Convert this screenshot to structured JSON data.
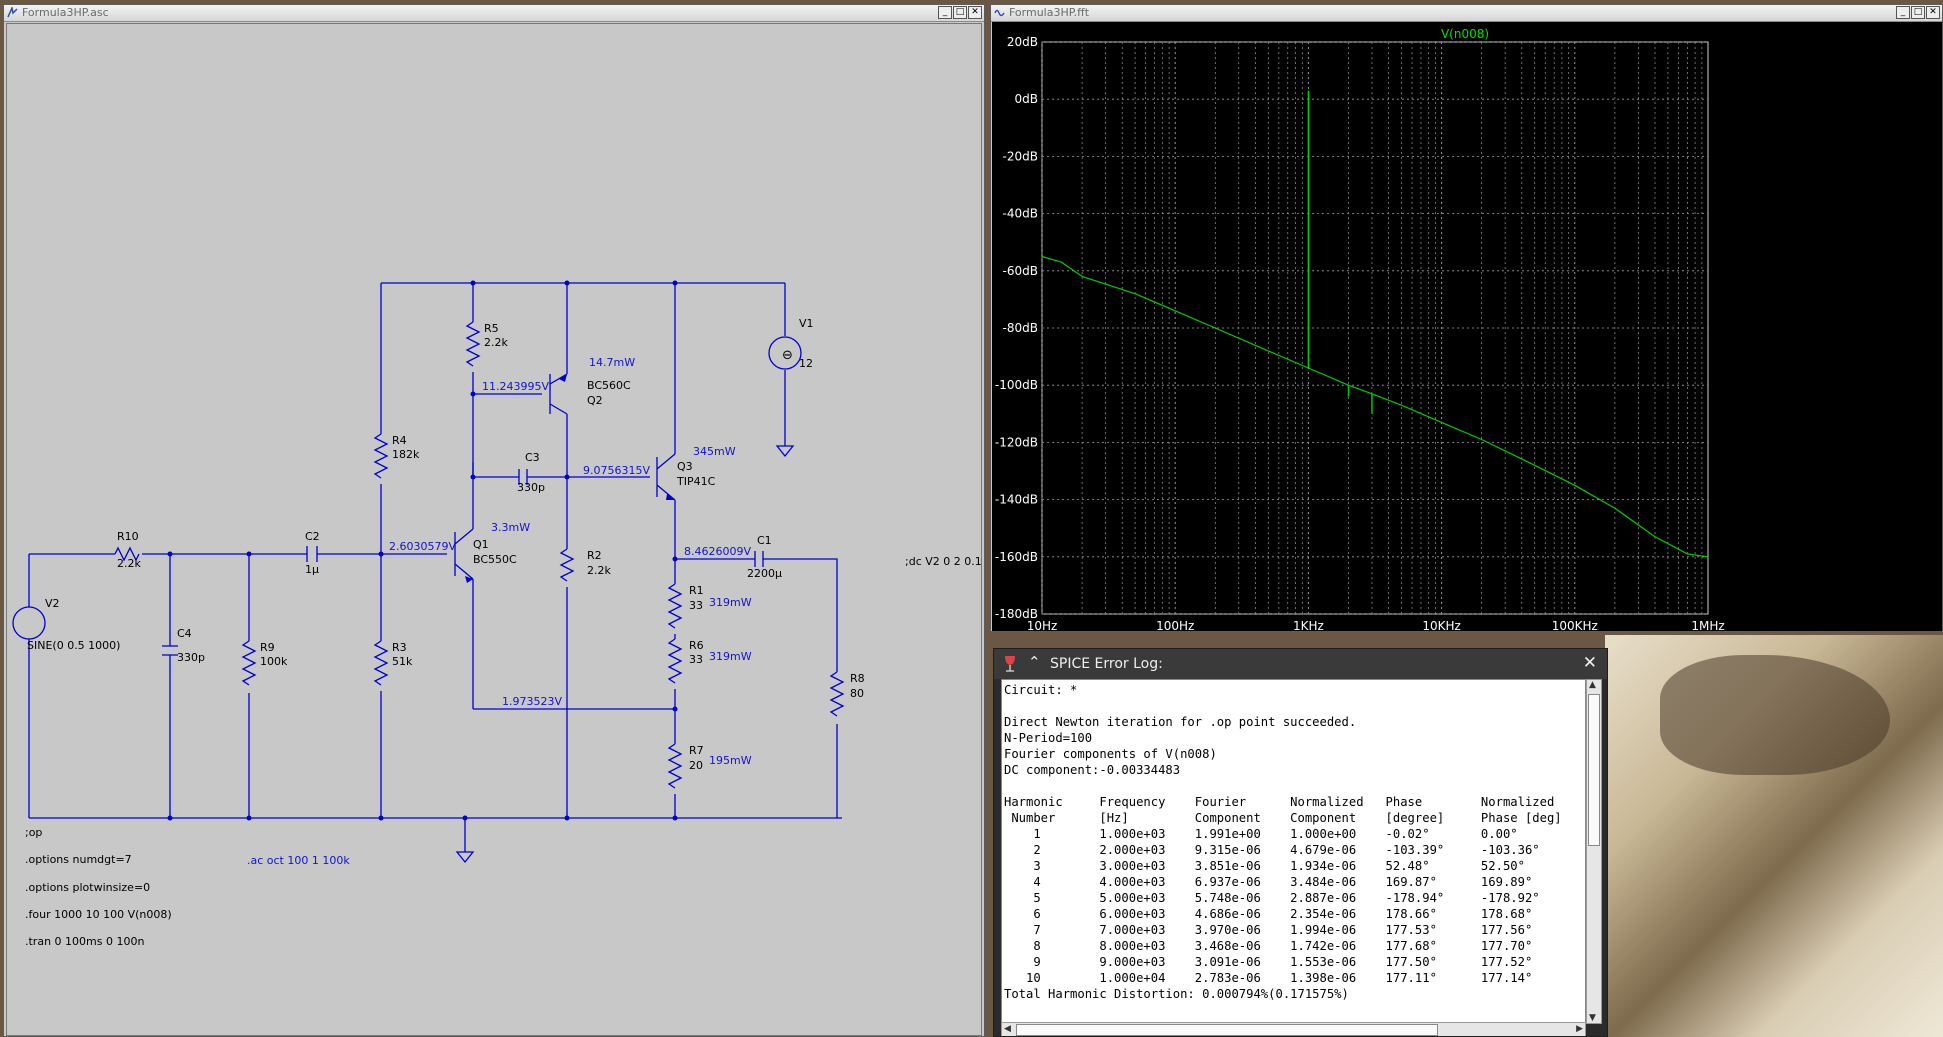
{
  "schematic_window": {
    "title": "Formula3HP.asc",
    "buttons": [
      "_",
      "□",
      "✕"
    ],
    "components": {
      "r10": {
        "ref": "R10",
        "value": "2.2k"
      },
      "c4": {
        "ref": "C4",
        "value": "330p"
      },
      "r9": {
        "ref": "R9",
        "value": "100k"
      },
      "c2": {
        "ref": "C2",
        "value": "1µ"
      },
      "r4": {
        "ref": "R4",
        "value": "182k"
      },
      "r3": {
        "ref": "R3",
        "value": "51k"
      },
      "r5": {
        "ref": "R5",
        "value": "2.2k"
      },
      "q1": {
        "ref": "Q1",
        "value": "BC550C"
      },
      "q2": {
        "ref": "Q2",
        "value": "BC560C"
      },
      "c3": {
        "ref": "C3",
        "value": "330p"
      },
      "r2": {
        "ref": "R2",
        "value": "2.2k"
      },
      "q3": {
        "ref": "Q3",
        "value": "TIP41C"
      },
      "r1": {
        "ref": "R1",
        "value": "33"
      },
      "r6": {
        "ref": "R6",
        "value": "33"
      },
      "r7": {
        "ref": "R7",
        "value": "20"
      },
      "c1": {
        "ref": "C1",
        "value": "2200µ"
      },
      "r8": {
        "ref": "R8",
        "value": "80"
      },
      "v1": {
        "ref": "V1",
        "value": "12"
      },
      "v2": {
        "ref": "V2",
        "value": "SINE(0 0.5 1000)"
      }
    },
    "annotations": {
      "v_base_q1": "2.6030579V",
      "v_q2_base": "11.243995V",
      "v_q3_base": "9.0756315V",
      "v_out": "8.4626009V",
      "v_emitter": "1.973523V",
      "p_q2": "14.7mW",
      "p_q1": "3.3mW",
      "p_q3": "345mW",
      "p_r1": "319mW",
      "p_r6": "319mW",
      "p_r7": "195mW"
    },
    "directives": {
      "op": ";op",
      "numdgt": ".options numdgt=7",
      "plotwinsize": ".options plotwinsize=0",
      "four": ".four 1000 10 100 V(n008)",
      "tran": ".tran 0 100ms 0 100n",
      "ac": ".ac oct 100 1 100k",
      "dc": ";dc V2 0 2 0.1"
    }
  },
  "fft_window": {
    "title": "Formula3HP.fft",
    "buttons": [
      "_",
      "□",
      "✕"
    ]
  },
  "chart_data": {
    "type": "line",
    "title": "V(n008)",
    "xlabel": "",
    "ylabel": "",
    "x_scale": "log",
    "xlim": [
      10,
      1000000
    ],
    "ylim": [
      -180,
      20
    ],
    "grid": true,
    "y_ticks": [
      "20dB",
      "0dB",
      "-20dB",
      "-40dB",
      "-60dB",
      "-80dB",
      "-100dB",
      "-120dB",
      "-140dB",
      "-160dB",
      "-180dB"
    ],
    "x_ticks": [
      "10Hz",
      "100Hz",
      "1KHz",
      "10KHz",
      "100KHz",
      "1MHz"
    ],
    "series": [
      {
        "name": "V(n008)",
        "color": "#00cc00",
        "points": [
          [
            10,
            -55
          ],
          [
            14,
            -57
          ],
          [
            20,
            -62
          ],
          [
            50,
            -68
          ],
          [
            100,
            -74
          ],
          [
            200,
            -80
          ],
          [
            500,
            -88
          ],
          [
            1000,
            -94
          ],
          [
            2000,
            -100
          ],
          [
            3000,
            -103
          ],
          [
            5000,
            -107
          ],
          [
            10000,
            -113
          ],
          [
            20000,
            -119
          ],
          [
            50000,
            -128
          ],
          [
            100000,
            -135
          ],
          [
            200000,
            -143
          ],
          [
            400000,
            -153
          ],
          [
            700000,
            -159
          ],
          [
            1000000,
            -160
          ]
        ],
        "spikes": [
          [
            1000,
            3
          ],
          [
            2000,
            -104
          ],
          [
            3000,
            -110
          ]
        ]
      }
    ]
  },
  "log_window": {
    "title": "SPICE Error Log:",
    "lines": [
      "Circuit: *",
      "",
      "Direct Newton iteration for .op point succeeded.",
      "N-Period=100",
      "Fourier components of V(n008)",
      "DC component:-0.00334483",
      "",
      "Harmonic     Frequency    Fourier      Normalized   Phase        Normalized",
      " Number      [Hz]         Component    Component    [degree]     Phase [deg]",
      "    1        1.000e+03    1.991e+00    1.000e+00    -0.02°       0.00°",
      "    2        2.000e+03    9.315e-06    4.679e-06    -103.39°     -103.36°",
      "    3        3.000e+03    3.851e-06    1.934e-06    52.48°       52.50°",
      "    4        4.000e+03    6.937e-06    3.484e-06    169.87°      169.89°",
      "    5        5.000e+03    5.748e-06    2.887e-06    -178.94°     -178.92°",
      "    6        6.000e+03    4.686e-06    2.354e-06    178.66°      178.68°",
      "    7        7.000e+03    3.970e-06    1.994e-06    177.53°      177.56°",
      "    8        8.000e+03    3.468e-06    1.742e-06    177.68°      177.70°",
      "    9        9.000e+03    3.091e-06    1.553e-06    177.50°      177.52°",
      "   10        1.000e+04    2.783e-06    1.398e-06    177.11°      177.14°",
      "Total Harmonic Distortion: 0.000794%(0.171575%)"
    ]
  }
}
